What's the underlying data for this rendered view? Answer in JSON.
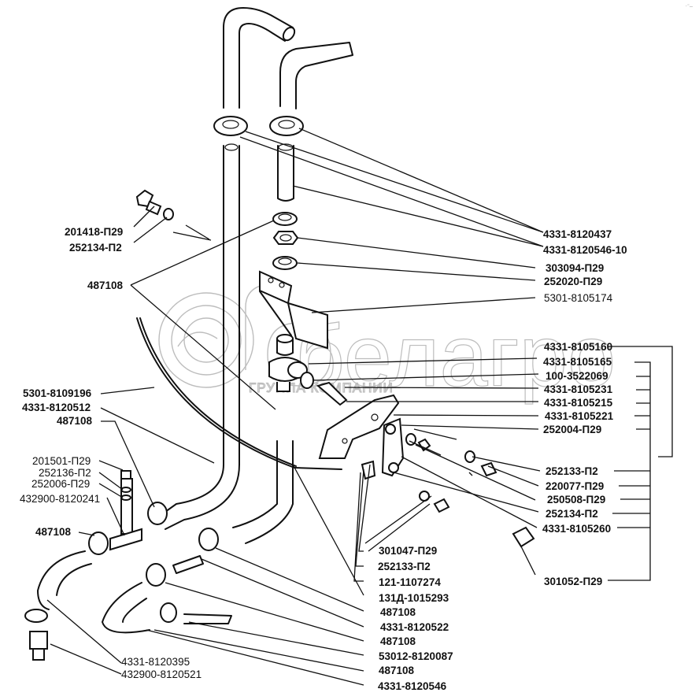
{
  "watermark": {
    "brand": "белагро",
    "subtitle": "ГРУППА КОМПАНИИ"
  },
  "corner_mark": "·⁻‥",
  "labels": {
    "right_top": [
      {
        "id": "r1",
        "text": "4331-8120437",
        "weight": "bold"
      },
      {
        "id": "r2",
        "text": "4331-8120546-10",
        "weight": "bold"
      },
      {
        "id": "r3",
        "text": "303094-П29",
        "weight": "bold"
      },
      {
        "id": "r4",
        "text": "252020-П29",
        "weight": "bold"
      },
      {
        "id": "r5",
        "text": "5301-8105174",
        "weight": "normal"
      }
    ],
    "right_group": [
      {
        "id": "g1",
        "text": "4331-8105160"
      },
      {
        "id": "g2",
        "text": "4331-8105165"
      },
      {
        "id": "g3",
        "text": "100-3522069"
      },
      {
        "id": "g4",
        "text": "4331-8105231"
      },
      {
        "id": "g5",
        "text": "4331-8105215"
      },
      {
        "id": "g6",
        "text": "4331-8105221"
      },
      {
        "id": "g7",
        "text": "252004-П29"
      },
      {
        "id": "g8",
        "text": "252133-П2"
      },
      {
        "id": "g9",
        "text": "220077-П29"
      },
      {
        "id": "g10",
        "text": "250508-П29"
      },
      {
        "id": "g11",
        "text": "252134-П2"
      },
      {
        "id": "g12",
        "text": "4331-8105260"
      },
      {
        "id": "g13",
        "text": "301052-П29"
      }
    ],
    "bottom_center": [
      {
        "id": "c1",
        "text": "301047-П29"
      },
      {
        "id": "c2",
        "text": "252133-П2"
      },
      {
        "id": "c3",
        "text": "121-1107274"
      },
      {
        "id": "c4",
        "text": "131Д-1015293"
      },
      {
        "id": "c5",
        "text": "487108"
      },
      {
        "id": "c6",
        "text": "4331-8120522"
      },
      {
        "id": "c7",
        "text": "487108"
      },
      {
        "id": "c8",
        "text": "53012-8120087"
      },
      {
        "id": "c9",
        "text": "487108"
      },
      {
        "id": "c10",
        "text": "4331-8120546"
      }
    ],
    "left": [
      {
        "id": "l1",
        "text": "201418-П29",
        "weight": "bold"
      },
      {
        "id": "l2",
        "text": "252134-П2",
        "weight": "bold"
      },
      {
        "id": "l3",
        "text": "487108",
        "weight": "bold"
      },
      {
        "id": "l4",
        "text": "5301-8109196",
        "weight": "bold"
      },
      {
        "id": "l5",
        "text": "4331-8120512",
        "weight": "bold"
      },
      {
        "id": "l6",
        "text": "487108",
        "weight": "bold"
      },
      {
        "id": "l7",
        "text": "201501-П29",
        "weight": "normal"
      },
      {
        "id": "l8",
        "text": "252136-П2",
        "weight": "normal"
      },
      {
        "id": "l9",
        "text": "252006-П29",
        "weight": "normal"
      },
      {
        "id": "l10",
        "text": "432900-8120241",
        "weight": "normal"
      },
      {
        "id": "l11",
        "text": "487108",
        "weight": "bold"
      },
      {
        "id": "l12",
        "text": "4331-8120395",
        "weight": "normal"
      },
      {
        "id": "l13",
        "text": "432900-8120521",
        "weight": "normal"
      }
    ]
  }
}
